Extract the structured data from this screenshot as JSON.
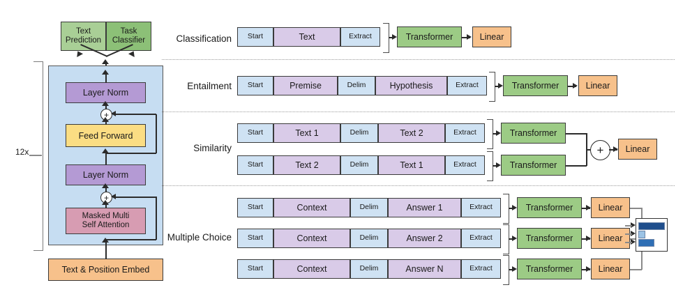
{
  "figure": {
    "left_panel": {
      "heads": [
        {
          "label": "Text\nPrediction",
          "line1": "Text",
          "line2": "Prediction",
          "color": "#a9cf96"
        },
        {
          "label": "Task\nClassifier",
          "line1": "Task",
          "line2": "Classifier",
          "color": "#8cc077"
        }
      ],
      "repeat_label": "12x",
      "stack_blocks": [
        {
          "name": "layer-norm-top",
          "label": "Layer Norm",
          "color": "#b49ad4"
        },
        {
          "name": "feed-forward",
          "label": "Feed Forward",
          "color": "#fbdd83"
        },
        {
          "name": "layer-norm-bottom",
          "label": "Layer Norm",
          "color": "#b49ad4"
        },
        {
          "name": "masked-multi-self-attention",
          "line1": "Masked Multi",
          "line2": "Self Attention",
          "color": "#d79cb2"
        }
      ],
      "residual_symbol": "+",
      "embed_block": {
        "label": "Text & Position Embed",
        "color": "#f7c18b"
      }
    },
    "right_panel": {
      "transformer_label": "Transformer",
      "linear_label": "Linear",
      "sum_symbol": "+",
      "tasks": [
        {
          "name": "classification",
          "label": "Classification",
          "rows": [
            {
              "tokens": [
                {
                  "text": "Start",
                  "type": "blue",
                  "w": 52
                },
                {
                  "text": "Text",
                  "type": "purple",
                  "w": 96
                },
                {
                  "text": "Extract",
                  "type": "blue",
                  "w": 57
                }
              ]
            }
          ],
          "outputs": [
            "Transformer",
            "Linear"
          ]
        },
        {
          "name": "entailment",
          "label": "Entailment",
          "rows": [
            {
              "tokens": [
                {
                  "text": "Start",
                  "type": "blue",
                  "w": 52
                },
                {
                  "text": "Premise",
                  "type": "purple",
                  "w": 92
                },
                {
                  "text": "Delim",
                  "type": "blue",
                  "w": 54
                },
                {
                  "text": "Hypothesis",
                  "type": "purple",
                  "w": 103
                },
                {
                  "text": "Extract",
                  "type": "blue",
                  "w": 57
                }
              ]
            }
          ],
          "outputs": [
            "Transformer",
            "Linear"
          ]
        },
        {
          "name": "similarity",
          "label": "Similarity",
          "rows": [
            {
              "tokens": [
                {
                  "text": "Start",
                  "type": "blue",
                  "w": 52
                },
                {
                  "text": "Text 1",
                  "type": "purple",
                  "w": 96
                },
                {
                  "text": "Delim",
                  "type": "blue",
                  "w": 54
                },
                {
                  "text": "Text 2",
                  "type": "purple",
                  "w": 96
                },
                {
                  "text": "Extract",
                  "type": "blue",
                  "w": 57
                }
              ]
            },
            {
              "tokens": [
                {
                  "text": "Start",
                  "type": "blue",
                  "w": 52
                },
                {
                  "text": "Text 2",
                  "type": "purple",
                  "w": 96
                },
                {
                  "text": "Delim",
                  "type": "blue",
                  "w": 54
                },
                {
                  "text": "Text 1",
                  "type": "purple",
                  "w": 96
                },
                {
                  "text": "Extract",
                  "type": "blue",
                  "w": 57
                }
              ]
            }
          ],
          "outputs": [
            "Transformer",
            "Transformer",
            "Linear"
          ]
        },
        {
          "name": "multiple-choice",
          "label": "Multiple Choice",
          "rows": [
            {
              "tokens": [
                {
                  "text": "Start",
                  "type": "blue",
                  "w": 52
                },
                {
                  "text": "Context",
                  "type": "purple",
                  "w": 110
                },
                {
                  "text": "Delim",
                  "type": "blue",
                  "w": 54
                },
                {
                  "text": "Answer 1",
                  "type": "purple",
                  "w": 105
                },
                {
                  "text": "Extract",
                  "type": "blue",
                  "w": 57
                }
              ]
            },
            {
              "tokens": [
                {
                  "text": "Start",
                  "type": "blue",
                  "w": 52
                },
                {
                  "text": "Context",
                  "type": "purple",
                  "w": 110
                },
                {
                  "text": "Delim",
                  "type": "blue",
                  "w": 54
                },
                {
                  "text": "Answer 2",
                  "type": "purple",
                  "w": 105
                },
                {
                  "text": "Extract",
                  "type": "blue",
                  "w": 57
                }
              ]
            },
            {
              "tokens": [
                {
                  "text": "Start",
                  "type": "blue",
                  "w": 52
                },
                {
                  "text": "Context",
                  "type": "purple",
                  "w": 110
                },
                {
                  "text": "Delim",
                  "type": "blue",
                  "w": 54
                },
                {
                  "text": "Answer N",
                  "type": "purple",
                  "w": 105
                },
                {
                  "text": "Extract",
                  "type": "blue",
                  "w": 57
                }
              ]
            }
          ],
          "outputs": [
            "Transformer",
            "Linear"
          ],
          "score_chart": {
            "bars": [
              {
                "length": 40,
                "color": "#1f4e8c"
              },
              {
                "length": 9,
                "color": "#9cc3e5"
              },
              {
                "length": 23,
                "color": "#2f6fb5"
              }
            ]
          }
        }
      ]
    },
    "colors": {
      "token_blue": "#cfe2f3",
      "token_purple": "#d9cbe8",
      "transformer_green": "#9ccb85",
      "linear_orange": "#f7c18b",
      "block_bg_blue": "#c6ddf2",
      "layer_norm_purple": "#b49ad4",
      "feed_forward_yellow": "#fbdd83",
      "attention_pink": "#d79cb2",
      "embed_orange": "#f7c18b"
    }
  }
}
